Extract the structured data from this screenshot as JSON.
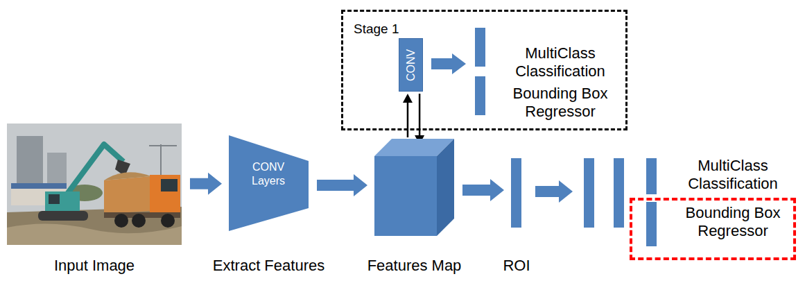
{
  "diagram": {
    "nodes": [
      {
        "text": [
          "Stage 1",
          "MultiClass Classification",
          "Bounding Box Regressor"
        ]
      },
      {
        "text": [
          "CONV"
        ],
        "in": 0
      },
      {
        "text": [
          "Input Image"
        ]
      },
      {
        "text": [
          "CONV Layers",
          "Extract Features"
        ]
      },
      {
        "text": [
          "Features Map"
        ]
      },
      {
        "text": [
          "ROI"
        ]
      },
      {
        "text": [
          "Bounding Box Regressor"
        ]
      }
    ],
    "edges": [
      {
        "from": 2,
        "to": 3,
        "arrow": "to"
      },
      {
        "from": 3,
        "to": 4,
        "arrow": "to"
      },
      {
        "from": 4,
        "to": 1,
        "arrow": "to"
      },
      {
        "from": 1,
        "to": 4,
        "arrow": "to"
      },
      {
        "from": 4,
        "to": 5,
        "arrow": "to"
      }
    ],
    "labels": [
      "MultiClass Classification"
    ]
  }
}
